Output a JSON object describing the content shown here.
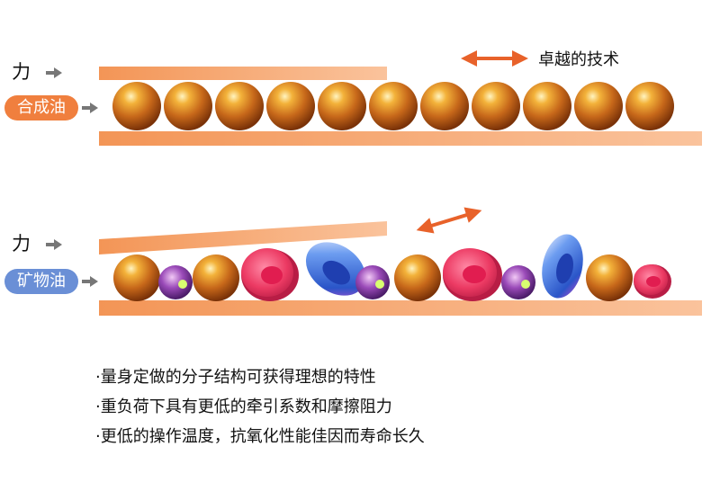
{
  "synthetic": {
    "force_label": "力",
    "oil_label": "合成油",
    "tech_label": "卓越的技术"
  },
  "mineral": {
    "force_label": "力",
    "oil_label": "矿物油"
  },
  "bullets": [
    "·量身定做的分子结构可获得理想的特性",
    "·重负荷下具有更低的牵引系数和摩擦阻力",
    "·更低的操作温度，抗氧化性能佳因而寿命长久"
  ],
  "colors": {
    "plate": "#f7a46e",
    "plate_dark": "#f08a4a",
    "arrow": "#e8622a",
    "synthetic_pill": "#f07f3e",
    "mineral_pill": "#6a8fd6",
    "gold": "#c8731a",
    "pink": "#e8365e",
    "blue": "#3b6fe0",
    "purple": "#7a3aa0"
  }
}
